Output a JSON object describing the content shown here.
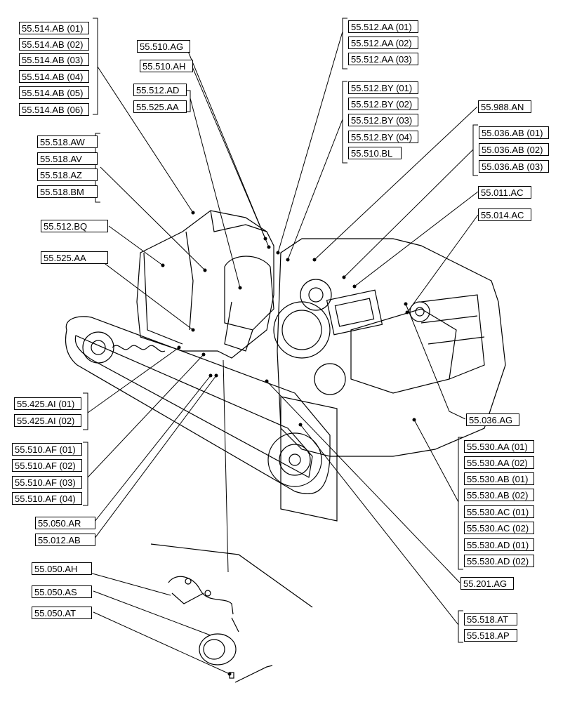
{
  "diagram": {
    "group_514_ab": [
      "55.514.AB (01)",
      "55.514.AB (02)",
      "55.514.AB (03)",
      "55.514.AB (04)",
      "55.514.AB (05)",
      "55.514.AB (06)"
    ],
    "label_510_ag": "55.510.AG",
    "label_510_ah": "55.510.AH",
    "group_512_ad": [
      "55.512.AD",
      "55.525.AA"
    ],
    "group_512_aa": [
      "55.512.AA (01)",
      "55.512.AA (02)",
      "55.512.AA (03)"
    ],
    "group_512_by": [
      "55.512.BY (01)",
      "55.512.BY (02)",
      "55.512.BY (03)",
      "55.512.BY (04)",
      "55.510.BL"
    ],
    "label_988_an": "55.988.AN",
    "group_036_ab": [
      "55.036.AB (01)",
      "55.036.AB (02)",
      "55.036.AB (03)"
    ],
    "group_518": [
      "55.518.AW",
      "55.518.AV",
      "55.518.AZ",
      "55.518.BM"
    ],
    "label_011_ac": "55.011.AC",
    "label_014_ac": "55.014.AC",
    "label_512_bq": "55.512.BQ",
    "label_525_aa": "55.525.AA",
    "label_036_ag": "55.036.AG",
    "group_425_ai": [
      "55.425.AI (01)",
      "55.425.AI (02)"
    ],
    "group_510_af": [
      "55.510.AF (01)",
      "55.510.AF (02)",
      "55.510.AF (03)",
      "55.510.AF (04)"
    ],
    "group_530": [
      "55.530.AA (01)",
      "55.530.AA (02)",
      "55.530.AB (01)",
      "55.530.AB (02)",
      "55.530.AC (01)",
      "55.530.AC (02)",
      "55.530.AD (01)",
      "55.530.AD (02)"
    ],
    "label_050_ar": "55.050.AR",
    "label_012_ab": "55.012.AB",
    "label_201_ag": "55.201.AG",
    "label_050_ah": "55.050.AH",
    "label_050_as": "55.050.AS",
    "label_050_at": "55.050.AT",
    "group_518_at": [
      "55.518.AT",
      "55.518.AP"
    ]
  }
}
